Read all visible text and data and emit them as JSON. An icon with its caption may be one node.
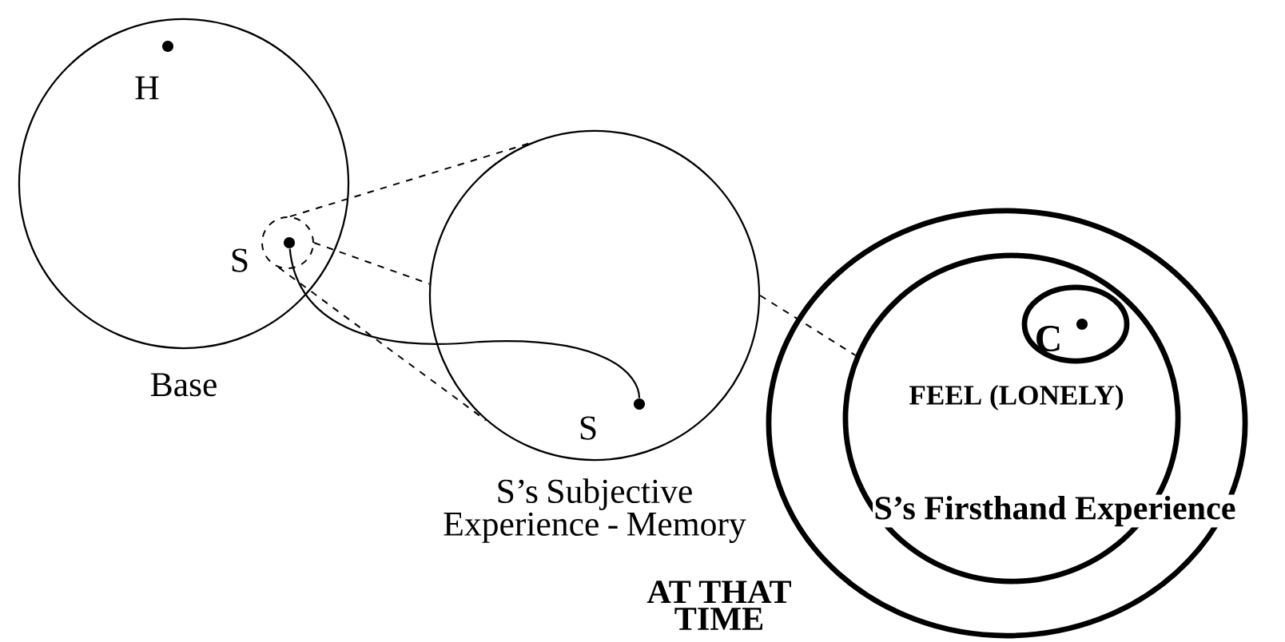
{
  "diagram": {
    "nodes": [
      {
        "text": [
          "Base"
        ]
      },
      {
        "text": [
          "H"
        ],
        "in": 0
      },
      {
        "text": [],
        "shape": "circle",
        "in": 0
      },
      {
        "text": [
          "S"
        ],
        "in": 2
      },
      {
        "text": [
          "S’s Subjective Experience - Memory"
        ]
      },
      {
        "text": [
          "S"
        ],
        "in": 4
      },
      {
        "text": [
          "AT THAT TIME"
        ]
      },
      {
        "text": [
          "FEEL (LONELY)",
          "S’s Firsthand Experience"
        ],
        "in": 6
      },
      {
        "text": [
          "C"
        ],
        "in": 7
      }
    ],
    "edges": [
      {
        "from": 3,
        "to": 5,
        "arrow": "none"
      },
      {
        "from": 2,
        "to": 4,
        "arrow": "none",
        "style": "dashed"
      },
      {
        "from": 2,
        "to": 4,
        "arrow": "none",
        "style": "dashed"
      },
      {
        "from": 2,
        "to": 4,
        "arrow": "none",
        "style": "dashed"
      },
      {
        "from": 4,
        "to": 7,
        "arrow": "none",
        "style": "dashed"
      }
    ]
  }
}
